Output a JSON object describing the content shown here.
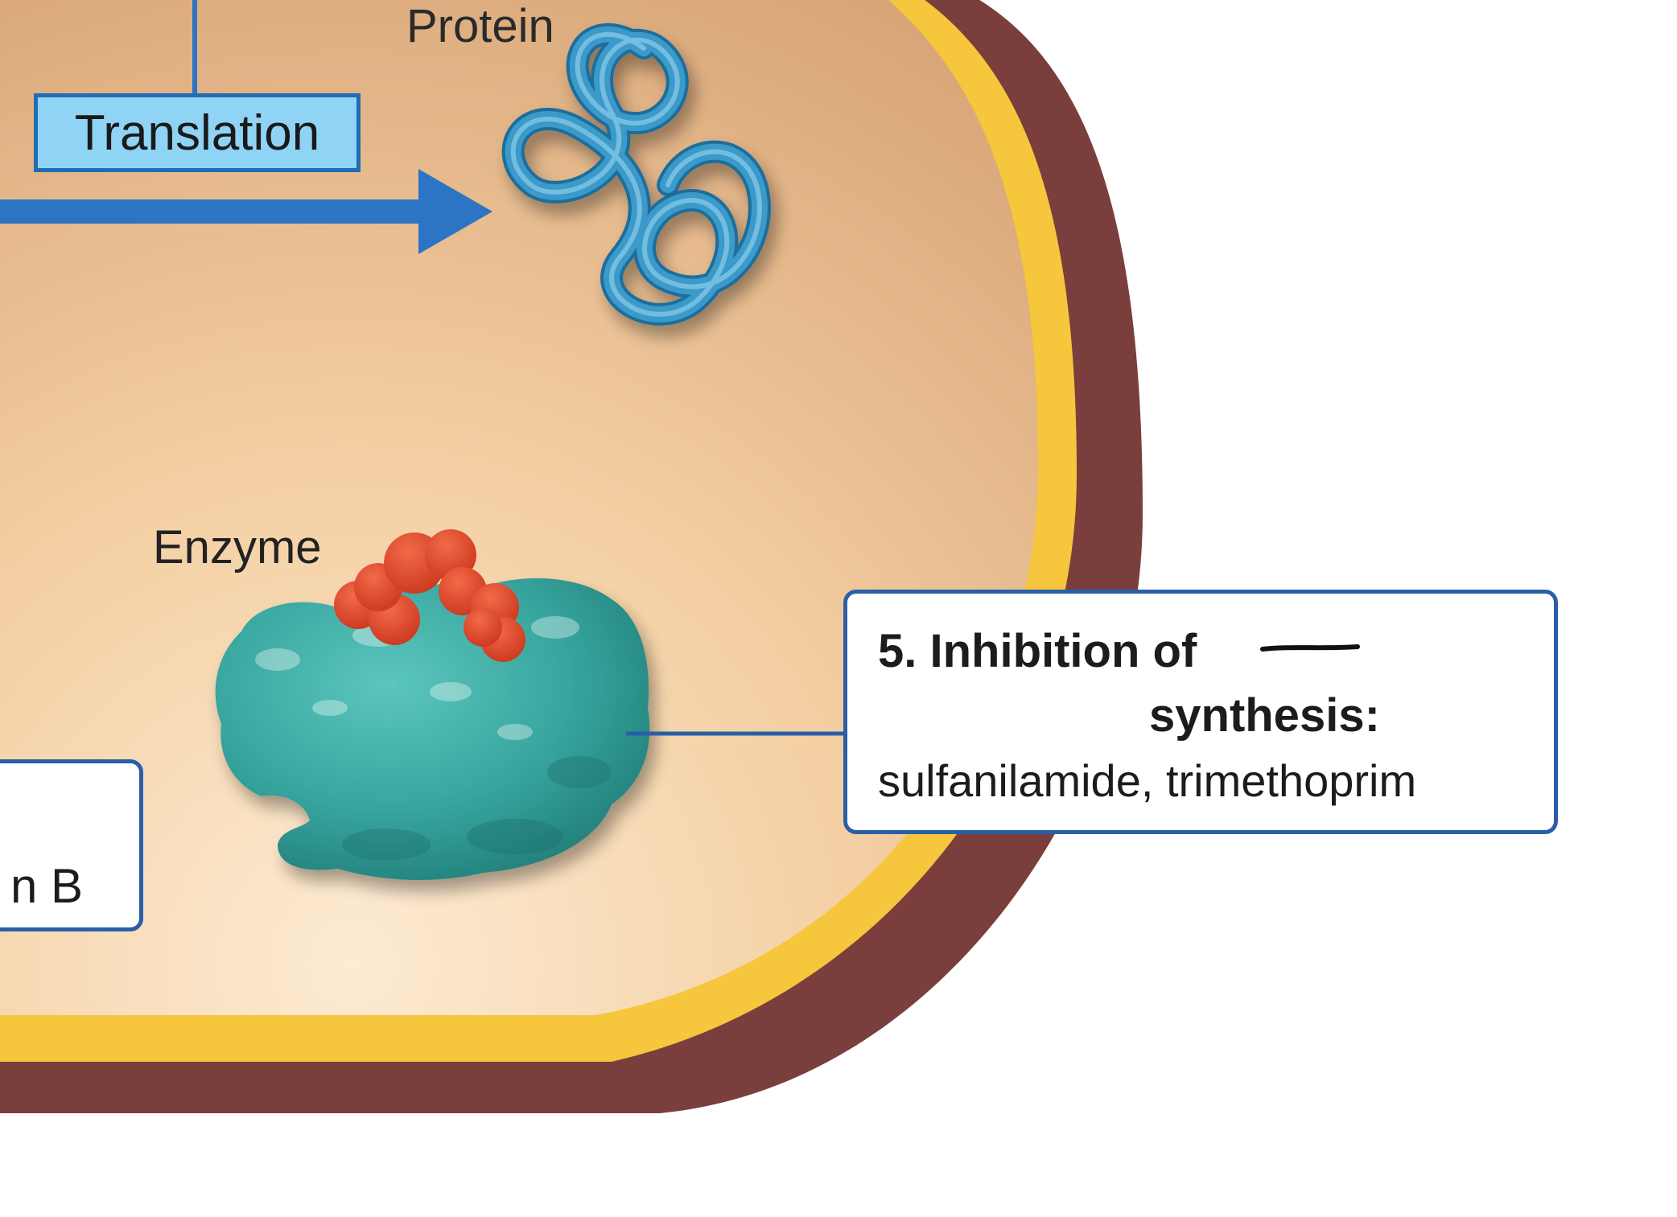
{
  "labels": {
    "protein": "Protein",
    "translation": "Translation",
    "enzyme": "Enzyme"
  },
  "callout": {
    "line1": "5. Inhibition of",
    "line2": "synthesis:",
    "line3": "sulfanilamide, trimethoprim"
  },
  "left_box": {
    "partial_text": "n B"
  },
  "colors": {
    "cytoplasm_inner": "#fbe4c6",
    "cytoplasm_outer": "#dcaa78",
    "membrane": "#f6c63c",
    "cell_wall": "#7a3e3d",
    "arrow": "#2e74c4",
    "protein": "#3a9ac9",
    "enzyme": "#3aa9a2",
    "inhibitor": "#e0442a",
    "box_border": "#2a5ea8",
    "translation_fill": "#8fd3f5"
  }
}
